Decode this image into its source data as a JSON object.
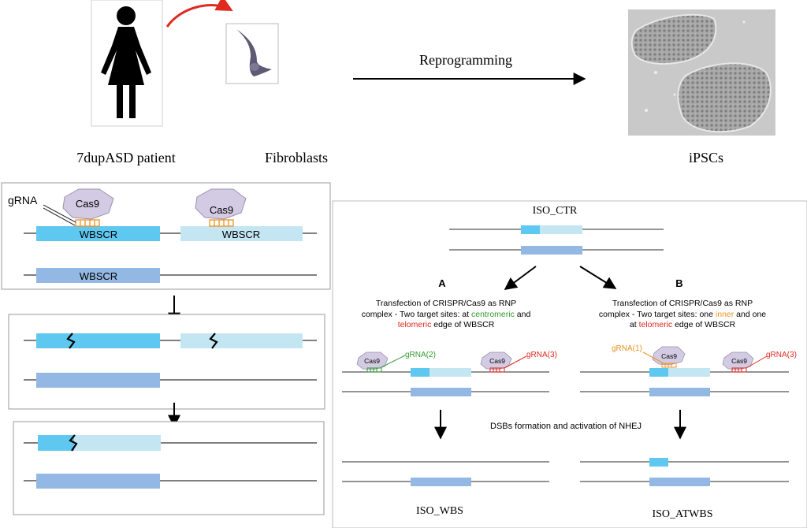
{
  "top": {
    "patient_label": "7dupASD patient",
    "fibroblasts_label": "Fibroblasts",
    "reprogramming_label": "Reprogramming",
    "ipscs_label": "iPSCs"
  },
  "left_panel": {
    "grna_label": "gRNA",
    "cas9_label": "Cas9",
    "wbscr_label": "WBSCR"
  },
  "right_panel": {
    "iso_ctr": "ISO_CTR",
    "branch_a": {
      "letter": "A",
      "text_line1": "Transfection of CRISPR/Cas9 as RNP",
      "text_line2": "complex - Two target sites: at ",
      "text_line2_colored": "centromeric",
      "text_line2_end": " and",
      "text_line3_colored": "telomeric",
      "text_line3_end": " edge of WBSCR",
      "grna_left": "gRNA(2)",
      "grna_right": "gRNA(3)",
      "cas9_label": "Cas9",
      "result": "ISO_WBS"
    },
    "branch_b": {
      "letter": "B",
      "text_line1": "Transfection of CRISPR/Cas9 as RNP",
      "text_line2": "complex - Two target sites: one ",
      "text_line2_colored": "inner",
      "text_line2_end": " and one",
      "text_line3": "at ",
      "text_line3_colored": "telomeric",
      "text_line3_end": " edge of WBSCR",
      "grna_left": "gRNA(1)",
      "grna_right": "gRNA(3)",
      "cas9_label": "Cas9",
      "result": "ISO_ATWBS"
    },
    "dsb_text": "DSBs formation and activation of NHEJ"
  },
  "colors": {
    "cyan": "#5ec8f0",
    "light_cyan": "#c3e6f2",
    "blue": "#93b8e3",
    "cas9_fill": "#d3cbe3",
    "green": "#2f9a2f",
    "red": "#e02a1f",
    "orange": "#f0911e"
  }
}
